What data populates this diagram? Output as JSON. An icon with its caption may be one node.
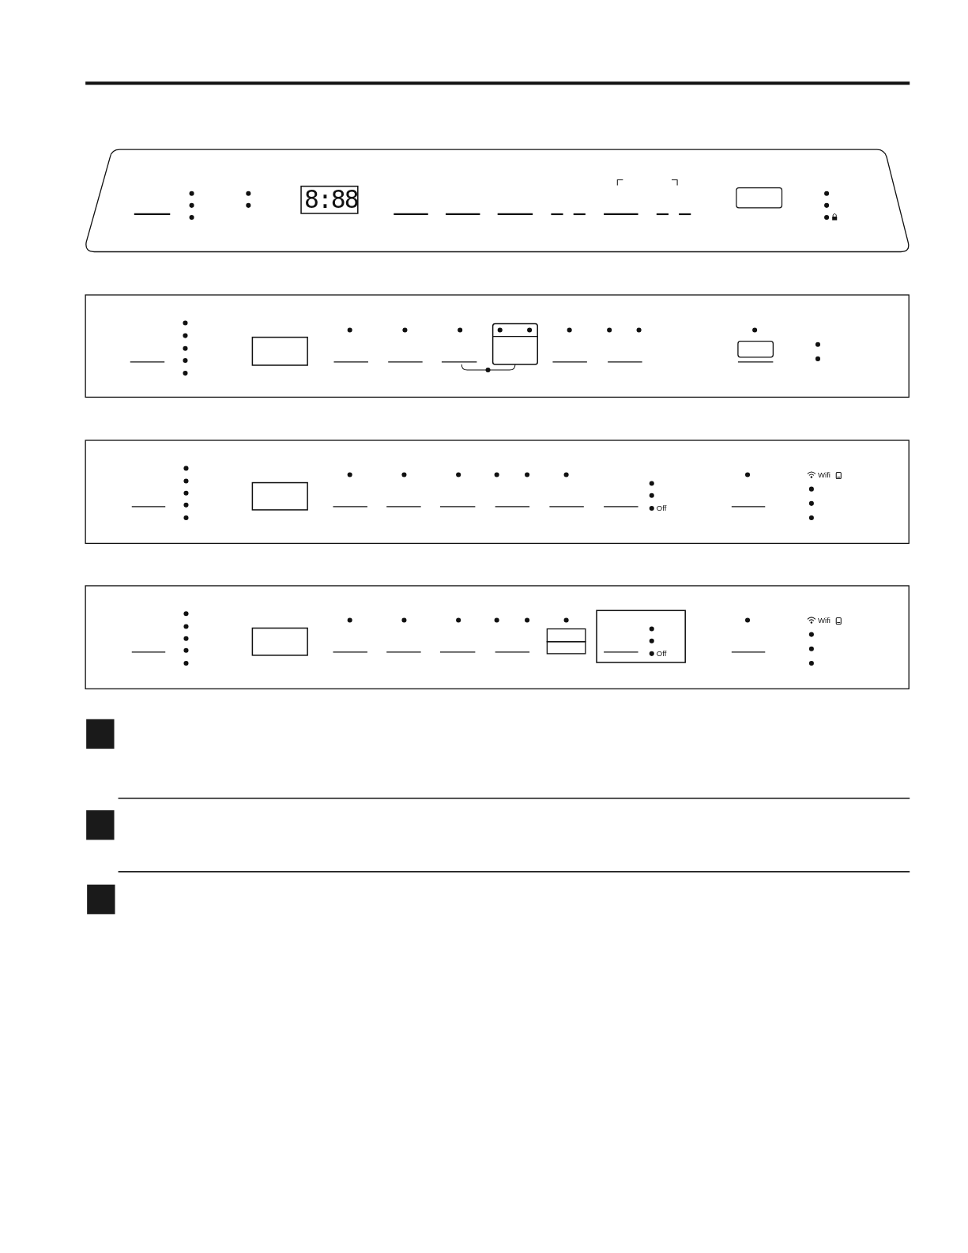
{
  "diagram": {
    "labels": [
      "8:88",
      "Wifi",
      "Off",
      "Wifi",
      "Off"
    ]
  }
}
